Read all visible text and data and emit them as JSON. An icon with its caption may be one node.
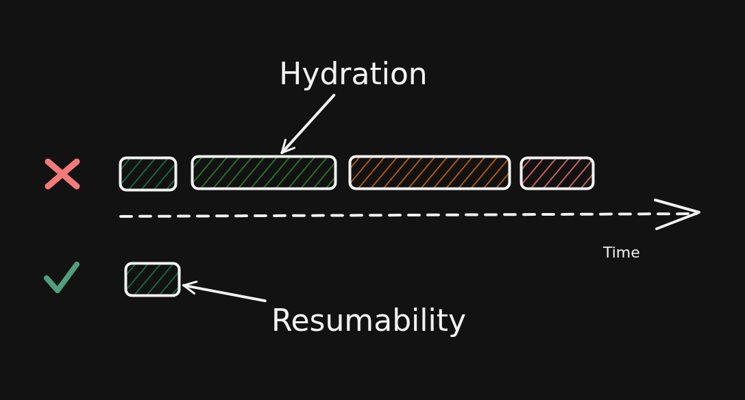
{
  "diagram": {
    "nodes": [
      {
        "text": [
          "Hydration"
        ]
      },
      {
        "text": [],
        "shape": "box"
      },
      {
        "text": [],
        "shape": "box"
      },
      {
        "text": [],
        "shape": "box"
      },
      {
        "text": [],
        "shape": "box"
      },
      {
        "text": [],
        "shape": "box"
      },
      {
        "text": [
          "Resumability"
        ]
      }
    ],
    "edges": [
      {
        "from": 0,
        "to": 2,
        "arrow": "to"
      },
      {
        "from": 6,
        "to": 5,
        "arrow": "to"
      }
    ],
    "labels": [
      "Time"
    ]
  }
}
